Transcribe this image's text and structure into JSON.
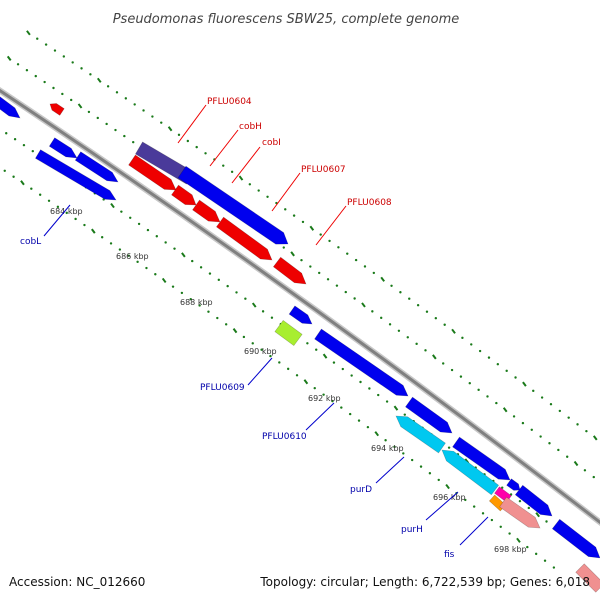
{
  "title": "Pseudomonas fluorescens SBW25, complete genome",
  "footer": {
    "accession": "Accession: NC_012660",
    "topology": "Topology: circular; Length: 6,722,539 bp; Genes: 6,018"
  },
  "ticks": [
    "684 kbp",
    "686 kbp",
    "688 kbp",
    "690 kbp",
    "692 kbp",
    "694 kbp",
    "696 kbp",
    "698 kbp"
  ],
  "gene_labels_plus": [
    "PFLU0604",
    "cobH",
    "cobI",
    "PFLU0607",
    "PFLU0608"
  ],
  "gene_labels_minus": [
    "cobL",
    "PFLU0609",
    "PFLU0610",
    "purD",
    "purH",
    "fis"
  ],
  "colors": {
    "backbone": "#8a8a8a",
    "plus_gene": "#0000ee",
    "minus_gene": "#ee0000",
    "plus_label": "#cc0000",
    "minus_label": "#0000aa",
    "dots": "#1a7a1a",
    "highlight_violet": "#4a3a9a",
    "cyan_gene": "#00c8f0",
    "lime_gene": "#a8ee30",
    "pink_gene": "#f09090"
  }
}
